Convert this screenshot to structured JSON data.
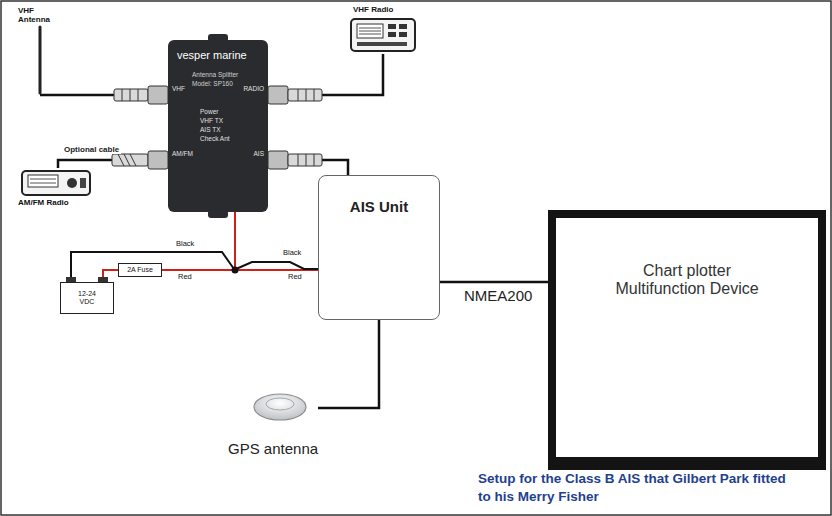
{
  "diagram": {
    "caption": "Setup for the Class B AIS that Gilbert Park fitted to his Merry Fisher",
    "nodes": [
      {
        "text": [
          "VHF Antenna"
        ]
      },
      {
        "text": [
          "VHF Radio"
        ]
      },
      {
        "text": [
          "vesper marine",
          "Antenna Splitter",
          "Model: SP160",
          "Power",
          "VHF TX",
          "AIS TX",
          "Check Ant",
          "VHF",
          "RADIO",
          "AM/FM",
          "AIS"
        ]
      },
      {
        "text": [
          "AM/FM Radio"
        ]
      },
      {
        "text": [
          "AIS Unit"
        ]
      },
      {
        "text": [
          "2A Fuse"
        ]
      },
      {
        "text": [
          "12-24 VDC"
        ]
      },
      {
        "text": [
          "Chart plotter Multifunction Device"
        ]
      },
      {
        "text": [
          "GPS antenna"
        ]
      }
    ],
    "edges": [
      {
        "from": 0,
        "to": 2,
        "arrow": "none"
      },
      {
        "from": 2,
        "to": 1,
        "arrow": "none"
      },
      {
        "from": 3,
        "to": 2,
        "label": "Optional cable",
        "arrow": "none"
      },
      {
        "from": 2,
        "to": 4,
        "arrow": "none"
      },
      {
        "from": 6,
        "to": 5,
        "arrow": "none"
      },
      {
        "from": 5,
        "to": 2,
        "arrow": "none"
      },
      {
        "from": 5,
        "to": 4,
        "arrow": "none"
      },
      {
        "from": 4,
        "to": 7,
        "label": "NMEA200",
        "arrow": "none"
      },
      {
        "from": 4,
        "to": 8,
        "arrow": "none"
      }
    ],
    "labels": [
      "Black",
      "Red",
      "Black",
      "Red"
    ]
  }
}
